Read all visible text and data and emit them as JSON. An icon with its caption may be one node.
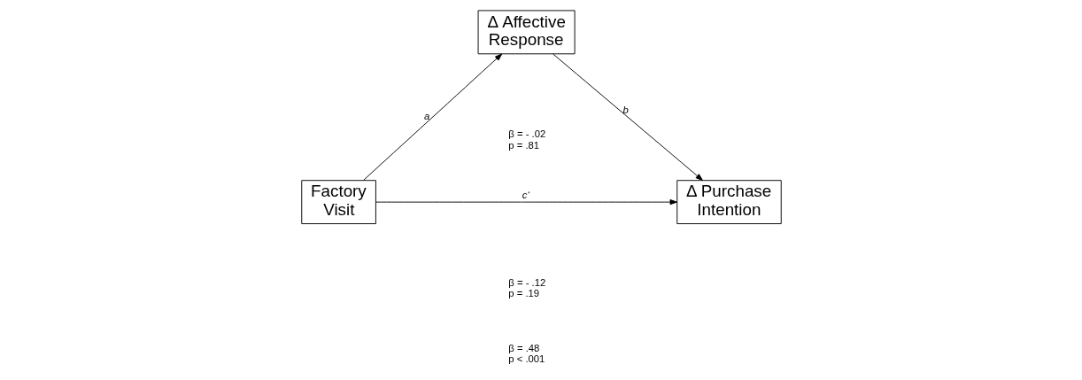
{
  "diagram": {
    "nodes": [
      {
        "text": [
          "Δ Affective Response"
        ]
      },
      {
        "text": [
          "Factory Visit"
        ]
      },
      {
        "text": [
          "Δ Purchase Intention"
        ]
      }
    ],
    "edges": [
      {
        "from": 1,
        "to": 0,
        "arrow": "to",
        "label": "a"
      },
      {
        "from": 0,
        "to": 2,
        "arrow": "to",
        "label": "b"
      },
      {
        "from": 1,
        "to": 2,
        "arrow": "to",
        "label": "c‘"
      }
    ],
    "labels": [
      "β = - .12 p = .19",
      "β = .48 p < .001",
      "β = - .02 p = .81"
    ]
  }
}
